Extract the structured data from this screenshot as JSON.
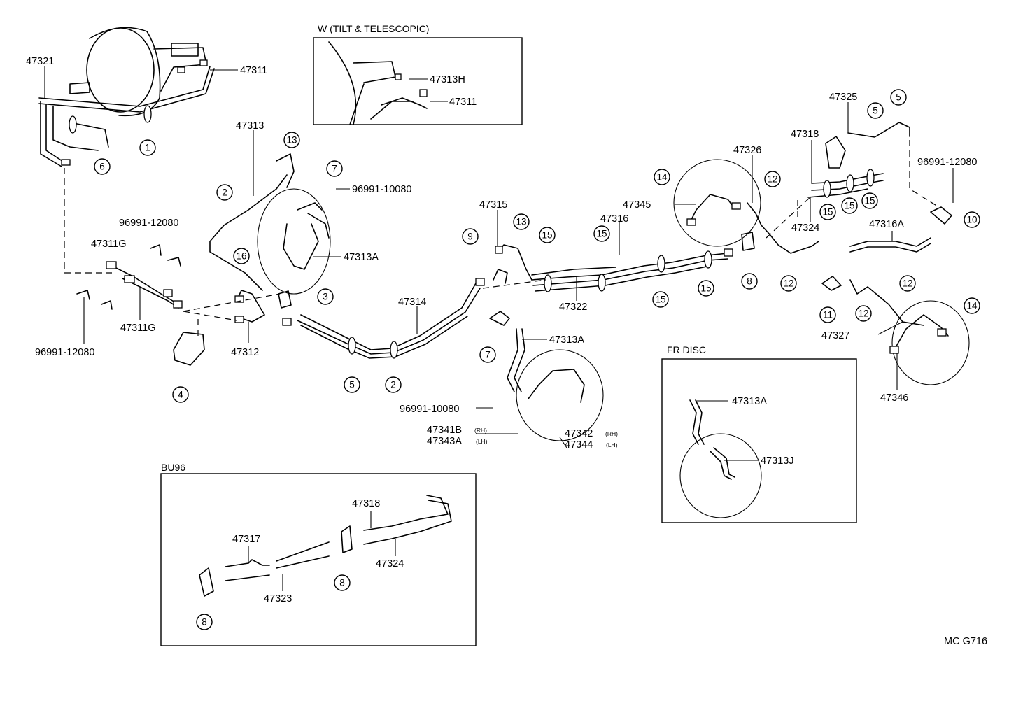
{
  "insets": {
    "tilt": "W (TILT & TELESCOPIC)",
    "bu96": "BU96",
    "fr_disc": "FR DISC"
  },
  "parts": {
    "p47321": "47321",
    "p47311": "47311",
    "p47313": "47313",
    "p96991_10080_a": "96991-10080",
    "p96991_12080_a": "96991-12080",
    "p47311g_a": "47311G",
    "p47311g_b": "47311G",
    "p96991_12080_b": "96991-12080",
    "p47312": "47312",
    "p47313a_a": "47313A",
    "p47313h": "47313H",
    "p47311_w": "47311",
    "p47315": "47315",
    "p47314": "47314",
    "p47322": "47322",
    "p47313a_b": "47313A",
    "p96991_10080_b": "96991-10080",
    "p47341b": "47341B",
    "p47341b_side": "(RH)",
    "p47343a": "47343A",
    "p47343a_side": "(LH)",
    "p47342": "47342",
    "p47342_side": "(RH)",
    "p47344": "47344",
    "p47344_side": "(LH)",
    "p47345": "47345",
    "p47316": "47316",
    "p47326": "47326",
    "p47325": "47325",
    "p47318_a": "47318",
    "p96991_12080_c": "96991-12080",
    "p47324_a": "47324",
    "p47316a": "47316A",
    "p47327": "47327",
    "p47346": "47346",
    "p47318_b": "47318",
    "p47317": "47317",
    "p47324_b": "47324",
    "p47323": "47323",
    "p47313a_c": "47313A",
    "p47313j": "47313J"
  },
  "callouts": {
    "c1": "1",
    "c2a": "2",
    "c2b": "2",
    "c3": "3",
    "c4": "4",
    "c5a": "5",
    "c5b": "5",
    "c5c": "5",
    "c6": "6",
    "c7a": "7",
    "c7b": "7",
    "c8a": "8",
    "c8b": "8",
    "c8c": "8",
    "c9": "9",
    "c10": "10",
    "c11": "11",
    "c12a": "12",
    "c12b": "12",
    "c12c": "12",
    "c12d": "12",
    "c13a": "13",
    "c13b": "13",
    "c14a": "14",
    "c14b": "14",
    "c15a": "15",
    "c15b": "15",
    "c15c": "15",
    "c15d": "15",
    "c15e": "15",
    "c15f": "15",
    "c15g": "15",
    "c16": "16"
  },
  "code": "MC G716"
}
